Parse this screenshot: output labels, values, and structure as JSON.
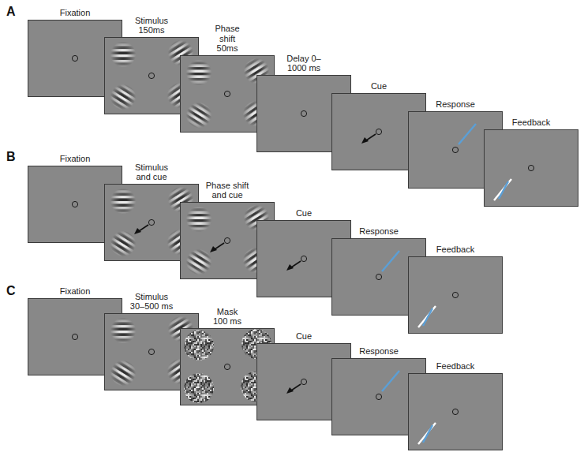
{
  "diagram": {
    "nodes": [
      {
        "text": [
          "Fixation"
        ]
      },
      {
        "text": [
          "Stimulus 150ms"
        ]
      },
      {
        "text": [
          "Phase shift 50ms"
        ]
      },
      {
        "text": [
          "Delay 0–1000 ms"
        ]
      },
      {
        "text": [
          "Cue"
        ]
      },
      {
        "text": [
          "Response"
        ]
      },
      {
        "text": [
          "Feedback"
        ]
      },
      {
        "text": [
          "Fixation"
        ]
      },
      {
        "text": [
          "Stimulus and cue"
        ]
      },
      {
        "text": [
          "Phase shift and cue"
        ]
      },
      {
        "text": [
          "Cue"
        ]
      },
      {
        "text": [
          "Response"
        ]
      },
      {
        "text": [
          "Feedback"
        ]
      },
      {
        "text": [
          "Fixation"
        ]
      },
      {
        "text": [
          "Stimulus 30–500 ms"
        ]
      },
      {
        "text": [
          "Mask 100 ms"
        ]
      },
      {
        "text": [
          "Cue"
        ]
      },
      {
        "text": [
          "Response"
        ]
      },
      {
        "text": [
          "Feedback"
        ]
      }
    ],
    "labels": [
      "A",
      "B",
      "C"
    ]
  }
}
